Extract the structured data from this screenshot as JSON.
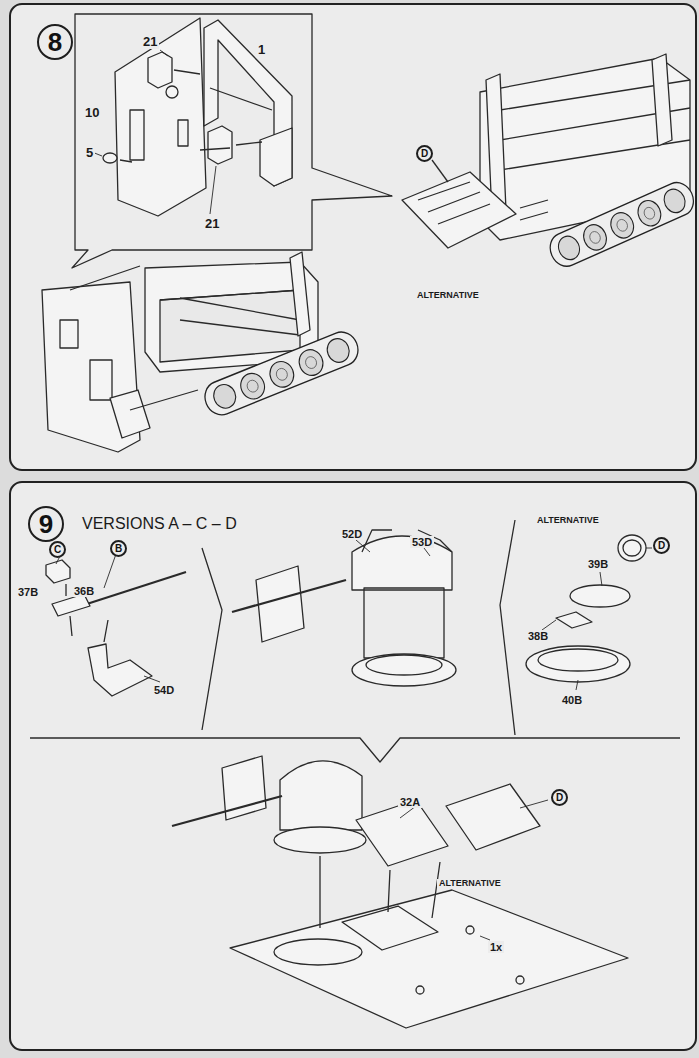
{
  "diagram": {
    "nodes": [
      {
        "text": [
          "8"
        ]
      },
      {
        "text": [
          "D"
        ]
      },
      {
        "text": [
          "9"
        ]
      },
      {
        "text": [
          "C"
        ]
      },
      {
        "text": [
          "B"
        ]
      },
      {
        "text": [
          "D"
        ]
      },
      {
        "text": [
          "D"
        ]
      }
    ],
    "labels": [
      "21",
      "1",
      "10",
      "5",
      "21",
      "ALTERNATIVE",
      "VERSIONS A – C – D",
      "37B",
      "36B",
      "54D",
      "52D",
      "53D",
      "ALTERNATIVE",
      "39B",
      "38B",
      "40B",
      "32A",
      "ALTERNATIVE",
      "1x"
    ]
  }
}
